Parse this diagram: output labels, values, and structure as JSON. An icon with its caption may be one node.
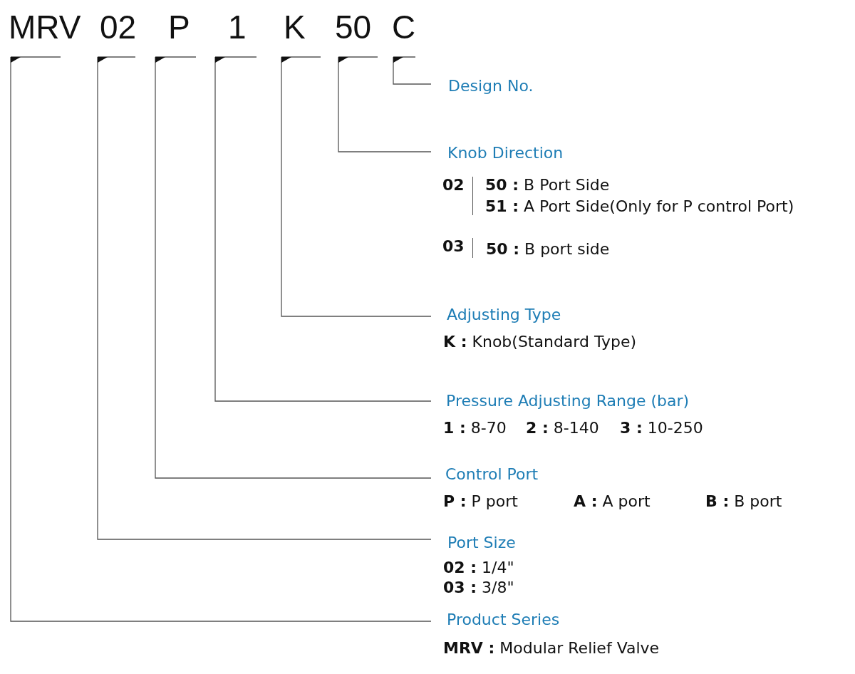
{
  "diagram": {
    "nodes": [
      {
        "text": [
          "MRV"
        ]
      },
      {
        "text": [
          "02"
        ]
      },
      {
        "text": [
          "P"
        ]
      },
      {
        "text": [
          "1"
        ]
      },
      {
        "text": [
          "K"
        ]
      },
      {
        "text": [
          "50"
        ]
      },
      {
        "text": [
          "C"
        ]
      },
      {
        "text": [
          "Design No."
        ]
      },
      {
        "text": [
          "Knob Direction",
          "02",
          "**50 :** B Port Side",
          "**51 :** A Port Side(Only for P control Port)",
          "03",
          "**50 :** B port side"
        ]
      },
      {
        "text": [
          "Adjusting Type",
          "**K :** Knob(Standard Type)"
        ]
      },
      {
        "text": [
          "Pressure Adjusting Range (bar)",
          "**1 :** 8-70",
          "**2 :** 8-140",
          "**3 :** 10-250"
        ]
      },
      {
        "text": [
          "Control Port",
          "**P :** P port",
          "**A :** A port",
          "**B :** B port"
        ]
      },
      {
        "text": [
          "Port Size",
          "**02 :** 1/4\"",
          "**03 :** 3/8\""
        ]
      },
      {
        "text": [
          "Product Series",
          "**MRV :** Modular Relief Valve"
        ]
      }
    ],
    "edges": [
      {
        "from": 7,
        "to": 6,
        "arrow": "to"
      },
      {
        "from": 8,
        "to": 5,
        "arrow": "to"
      },
      {
        "from": 9,
        "to": 4,
        "arrow": "to"
      },
      {
        "from": 10,
        "to": 3,
        "arrow": "to"
      },
      {
        "from": 11,
        "to": 2,
        "arrow": "to"
      },
      {
        "from": 12,
        "to": 1,
        "arrow": "to"
      },
      {
        "from": 13,
        "to": 0,
        "arrow": "to"
      }
    ]
  }
}
